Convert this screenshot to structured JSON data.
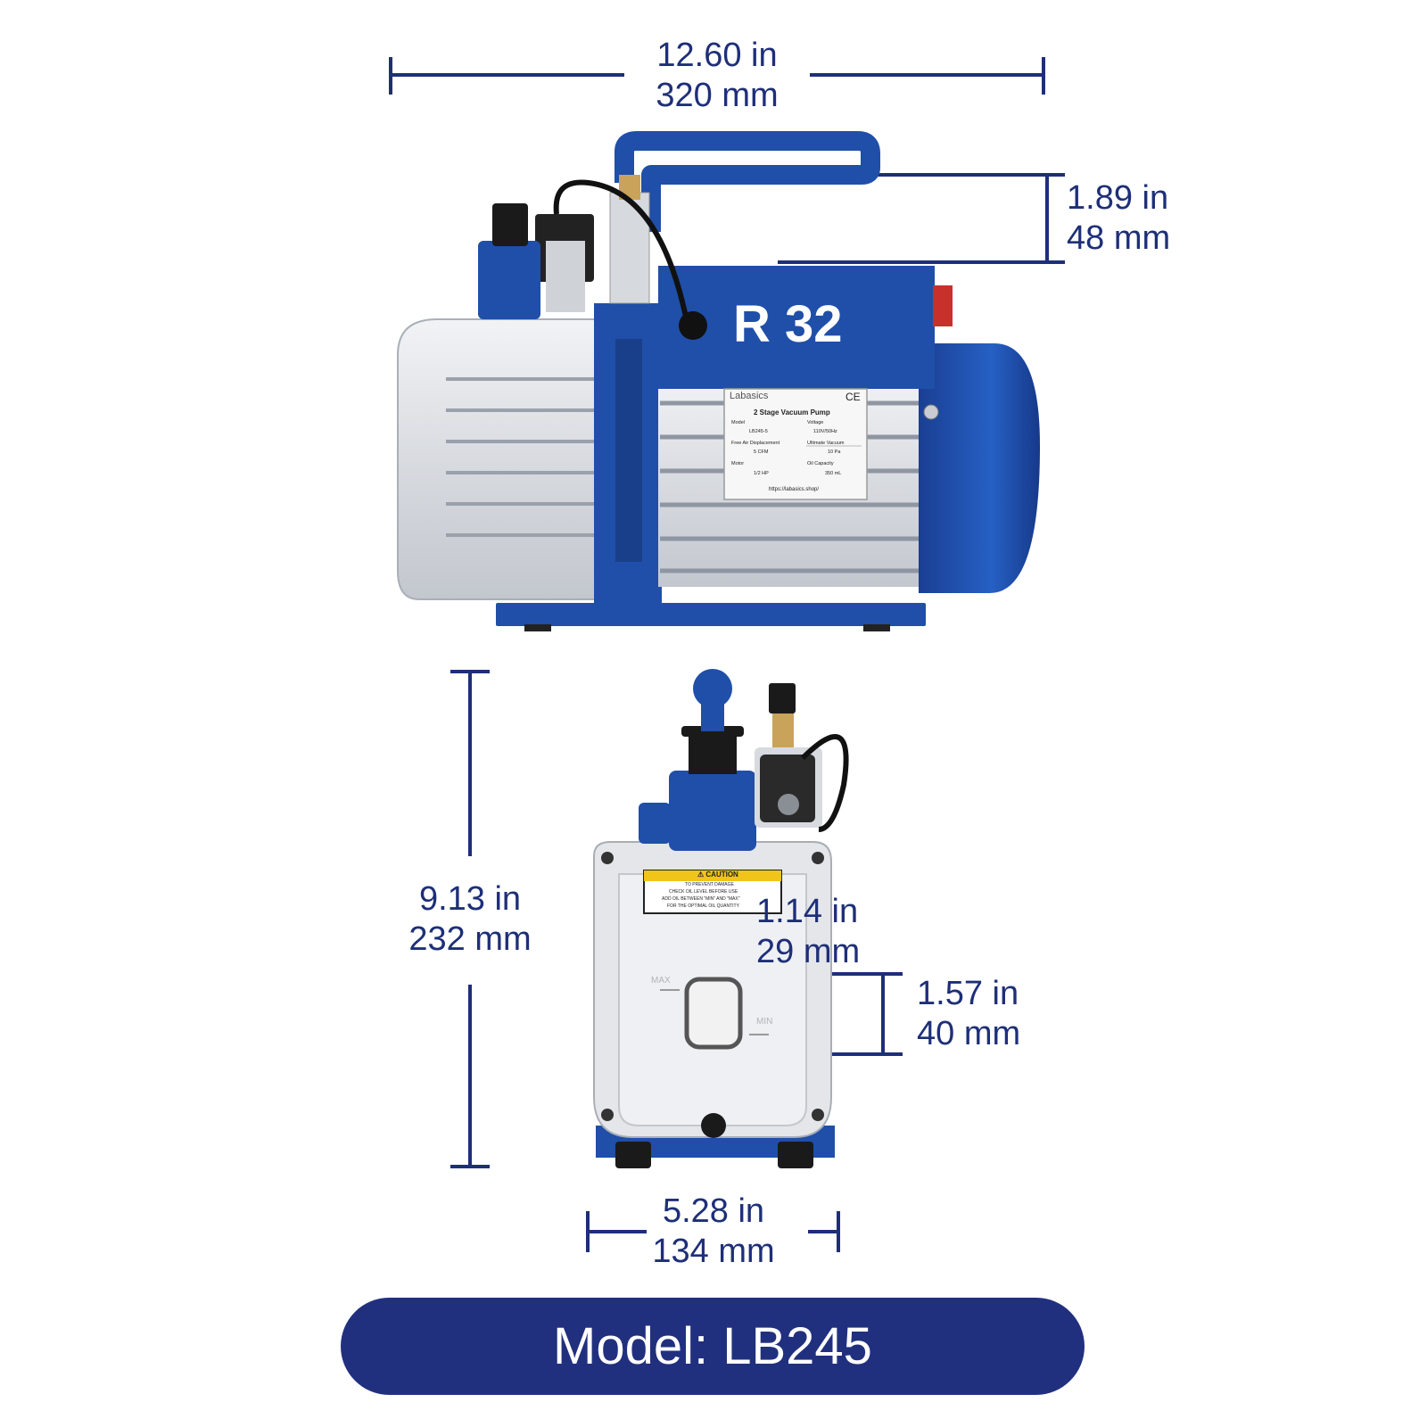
{
  "dimensions": {
    "length": {
      "in": "12.60 in",
      "mm": "320 mm"
    },
    "handle_height": {
      "in": "1.89 in",
      "mm": "48 mm"
    },
    "height": {
      "in": "9.13 in",
      "mm": "232 mm"
    },
    "sight_glass_width": {
      "in": "1.14 in",
      "mm": "29 mm"
    },
    "sight_glass_height": {
      "in": "1.57 in",
      "mm": "40 mm"
    },
    "width": {
      "in": "5.28 in",
      "mm": "134 mm"
    }
  },
  "pump": {
    "side_marking": "R 32",
    "nameplate": {
      "brand": "Labasics",
      "ce_mark": "CE",
      "title": "2 Stage Vacuum Pump",
      "model_label": "Model",
      "model_value": "LB245-5",
      "voltage_label": "Voltage",
      "voltage_value": "110V/50Hz",
      "displacement_label": "Free Air Displacement",
      "displacement_value": "5 CFM",
      "vacuum_label": "Ultimate Vacuum",
      "vacuum_value": "10 Pa",
      "motor_label": "Motor",
      "motor_value": "1/2 HP",
      "oil_label": "Oil Capacity",
      "oil_value": "350 mL",
      "url": "https://labasics.shop/"
    },
    "caution": {
      "title": "⚠ CAUTION",
      "lines": [
        "TO PREVENT DAMAGE",
        "CHECK OIL LEVEL BEFORE USE",
        "ADD OIL BETWEEN \"MIN\" AND \"MAX\"",
        "FOR THE OPTIMAL OIL QUANTITY"
      ]
    },
    "oil_marks": {
      "max": "MAX",
      "min": "MIN"
    }
  },
  "banner": {
    "text": "Model: LB245"
  },
  "colors": {
    "navy": "#1e2f78",
    "pump_blue": "#1f4fa8",
    "aluminum": "#dcdfe3",
    "banner": "#21307e"
  }
}
